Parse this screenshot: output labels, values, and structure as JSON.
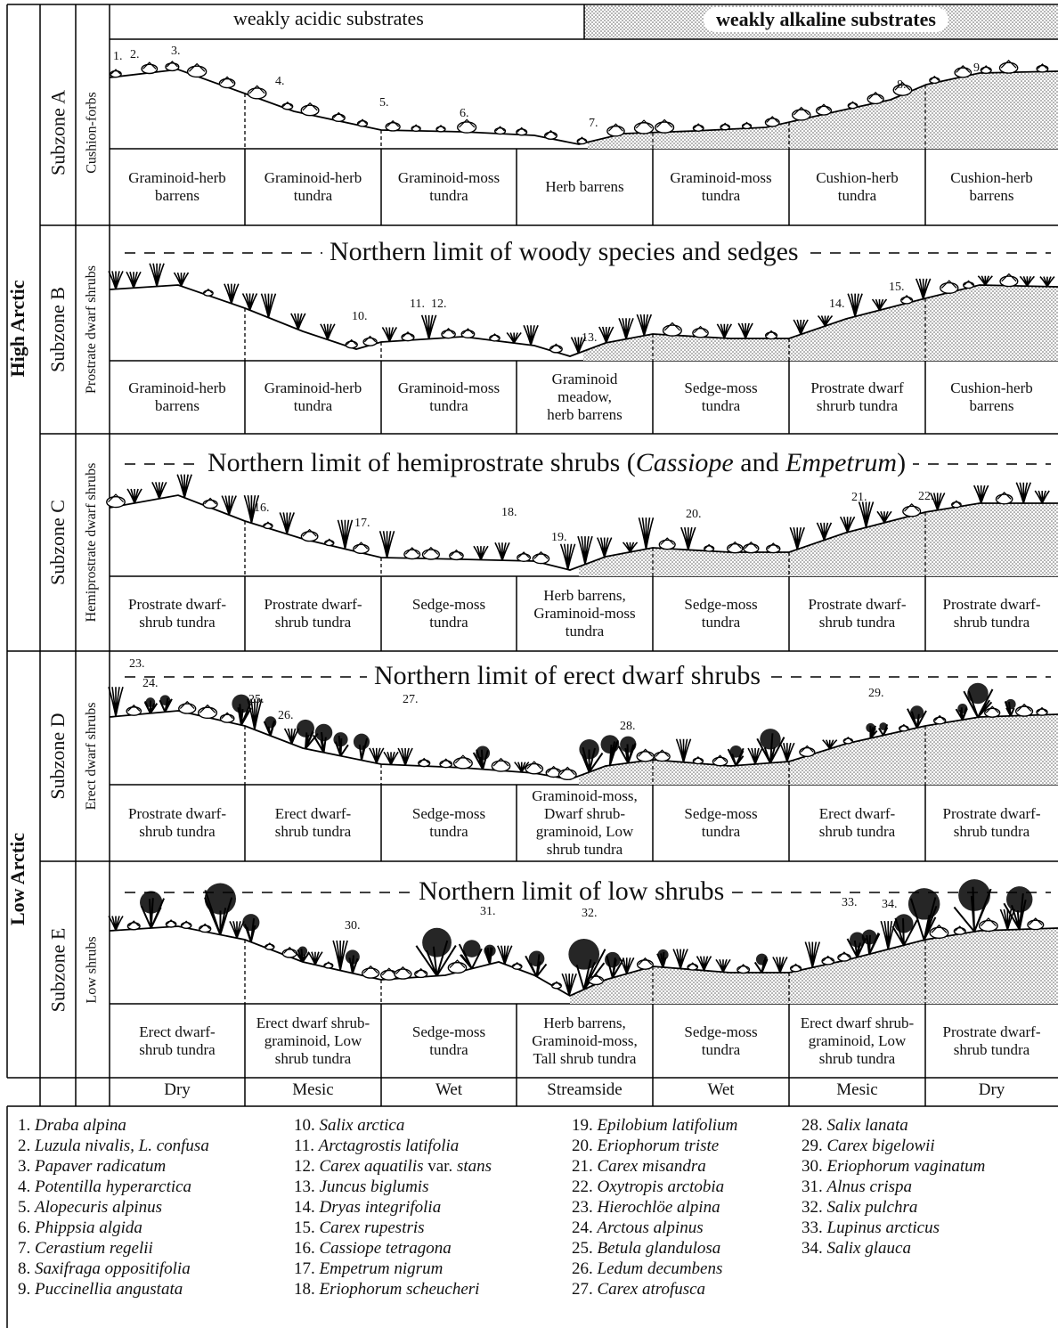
{
  "substrates": {
    "acidic": "weakly acidic substrates",
    "alkaline": "weakly alkaline substrates"
  },
  "arctic": {
    "high": "High Arctic",
    "low": "Low Arctic"
  },
  "subzones": [
    {
      "name": "Subzone A",
      "growth_form": "Cushion-forbs",
      "band": "",
      "units": [
        "Graminoid-herb\nbarrens",
        "Graminoid-herb\ntundra",
        "Graminoid-moss\ntundra",
        "Herb barrens",
        "Graminoid-moss\ntundra",
        "Cushion-herb\ntundra",
        "Cushion-herb\nbarrens"
      ]
    },
    {
      "name": "Subzone B",
      "growth_form": "Prostrate dwarf shrubs",
      "band": "Northern limit of woody species and sedges",
      "units": [
        "Graminoid-herb\nbarrens",
        "Graminoid-herb\ntundra",
        "Graminoid-moss\ntundra",
        "Graminoid\nmeadow,\nherb barrens",
        "Sedge-moss\ntundra",
        "Prostrate dwarf\nshrurb tundra",
        "Cushion-herb\nbarrens"
      ]
    },
    {
      "name": "Subzone C",
      "growth_form": "Hemiprostrate dwarf shrubs",
      "band_pre": "Northern limit of hemiprostrate shrubs (",
      "band_i1": "Cassiope",
      "band_mid": " and ",
      "band_i2": "Empetrum",
      "band_post": ")",
      "units": [
        "Prostrate dwarf-\nshrub tundra",
        "Prostrate dwarf-\nshrub tundra",
        "Sedge-moss\ntundra",
        "Herb barrens,\nGraminoid-moss\ntundra",
        "Sedge-moss\ntundra",
        "Prostrate dwarf-\nshrub tundra",
        "Prostrate dwarf-\nshrub tundra"
      ]
    },
    {
      "name": "Subzone D",
      "growth_form": "Erect dwarf shrubs",
      "band": "Northern limit of erect dwarf shrubs",
      "units": [
        "Prostrate dwarf-\nshrub tundra",
        "Erect dwarf-\nshrub tundra",
        "Sedge-moss\ntundra",
        "Graminoid-moss,\nDwarf shrub-\ngraminoid, Low\nshrub tundra",
        "Sedge-moss\ntundra",
        "Erect dwarf-\nshrub tundra",
        "Prostrate dwarf-\nshrub tundra"
      ]
    },
    {
      "name": "Subzone E",
      "growth_form": "Low shrubs",
      "band": "Northern limit of low shrubs",
      "units": [
        "Erect dwarf-\nshrub tundra",
        "Erect dwarf shrub-\ngraminoid, Low\nshrub tundra",
        "Sedge-moss\ntundra",
        "Herb barrens,\nGraminoid-moss,\nTall shrub tundra",
        "Sedge-moss\ntundra",
        "Erect dwarf shrub-\ngraminoid, Low\nshrub tundra",
        "Prostrate dwarf-\nshrub tundra"
      ]
    }
  ],
  "moisture": [
    "Dry",
    "Mesic",
    "Wet",
    "Streamside",
    "Wet",
    "Mesic",
    "Dry"
  ],
  "plot_numbers": [
    "1.",
    "2.",
    "3.",
    "4.",
    "5.",
    "6.",
    "7.",
    "8.",
    "9.",
    "10.",
    "11.",
    "12.",
    "13.",
    "14.",
    "15.",
    "16.",
    "17.",
    "18.",
    "19.",
    "20.",
    "21.",
    "22.",
    "23.",
    "24.",
    "25.",
    "26.",
    "27.",
    "28.",
    "29.",
    "30.",
    "31.",
    "32.",
    "33.",
    "34."
  ],
  "legend": [
    {
      "n": "1.",
      "pre": "",
      "i": "Draba alpina",
      "post": ""
    },
    {
      "n": "2.",
      "pre": "",
      "i": "Luzula nivalis, L. confusa",
      "post": ""
    },
    {
      "n": "3.",
      "pre": "",
      "i": "Papaver radicatum",
      "post": ""
    },
    {
      "n": "4.",
      "pre": "",
      "i": "Potentilla hyperarctica",
      "post": ""
    },
    {
      "n": "5.",
      "pre": "",
      "i": "Alopecuris alpinus",
      "post": ""
    },
    {
      "n": "6.",
      "pre": "",
      "i": "Phippsia algida",
      "post": ""
    },
    {
      "n": "7.",
      "pre": "",
      "i": "Cerastium regelii",
      "post": ""
    },
    {
      "n": "8.",
      "pre": "",
      "i": "Saxifraga oppositifolia",
      "post": ""
    },
    {
      "n": "9.",
      "pre": "",
      "i": "Puccinellia angustata",
      "post": ""
    },
    {
      "n": "10.",
      "pre": "",
      "i": "Salix arctica",
      "post": ""
    },
    {
      "n": "11.",
      "pre": "",
      "i": "Arctagrostis latifolia",
      "post": ""
    },
    {
      "n": "12.",
      "pre": "",
      "i": "Carex aquatilis",
      "post": " var. ",
      "i2": "stans"
    },
    {
      "n": "13.",
      "pre": "",
      "i": "Juncus biglumis",
      "post": ""
    },
    {
      "n": "14.",
      "pre": "",
      "i": "Dryas integrifolia",
      "post": ""
    },
    {
      "n": "15.",
      "pre": "",
      "i": "Carex rupestris",
      "post": ""
    },
    {
      "n": "16.",
      "pre": "",
      "i": "Cassiope tetragona",
      "post": ""
    },
    {
      "n": "17.",
      "pre": "",
      "i": "Empetrum nigrum",
      "post": ""
    },
    {
      "n": "18.",
      "pre": "",
      "i": "Eriophorum scheucheri",
      "post": ""
    },
    {
      "n": "19.",
      "pre": "",
      "i": "Epilobium latifolium",
      "post": ""
    },
    {
      "n": "20.",
      "pre": "",
      "i": "Eriophorum triste",
      "post": ""
    },
    {
      "n": "21.",
      "pre": "",
      "i": "Carex misandra",
      "post": ""
    },
    {
      "n": "22.",
      "pre": "",
      "i": "Oxytropis arctobia",
      "post": ""
    },
    {
      "n": "23.",
      "pre": "",
      "i": "Hierochlöe alpina",
      "post": ""
    },
    {
      "n": "24.",
      "pre": "",
      "i": "Arctous alpinus",
      "post": ""
    },
    {
      "n": "25.",
      "pre": "",
      "i": "Betula glandulosa",
      "post": ""
    },
    {
      "n": "26.",
      "pre": "",
      "i": "Ledum decumbens",
      "post": ""
    },
    {
      "n": "27.",
      "pre": "",
      "i": "Carex atrofusca",
      "post": ""
    },
    {
      "n": "28.",
      "pre": "",
      "i": "Salix lanata",
      "post": ""
    },
    {
      "n": "29.",
      "pre": "",
      "i": "Carex bigelowii",
      "post": ""
    },
    {
      "n": "30.",
      "pre": "",
      "i": "Eriophorum vaginatum",
      "post": ""
    },
    {
      "n": "31.",
      "pre": "",
      "i": "Alnus crispa",
      "post": ""
    },
    {
      "n": "32.",
      "pre": "",
      "i": "Salix pulchra",
      "post": ""
    },
    {
      "n": "33.",
      "pre": "",
      "i": "Lupinus arcticus",
      "post": ""
    },
    {
      "n": "34.",
      "pre": "",
      "i": "Salix glauca",
      "post": ""
    }
  ]
}
